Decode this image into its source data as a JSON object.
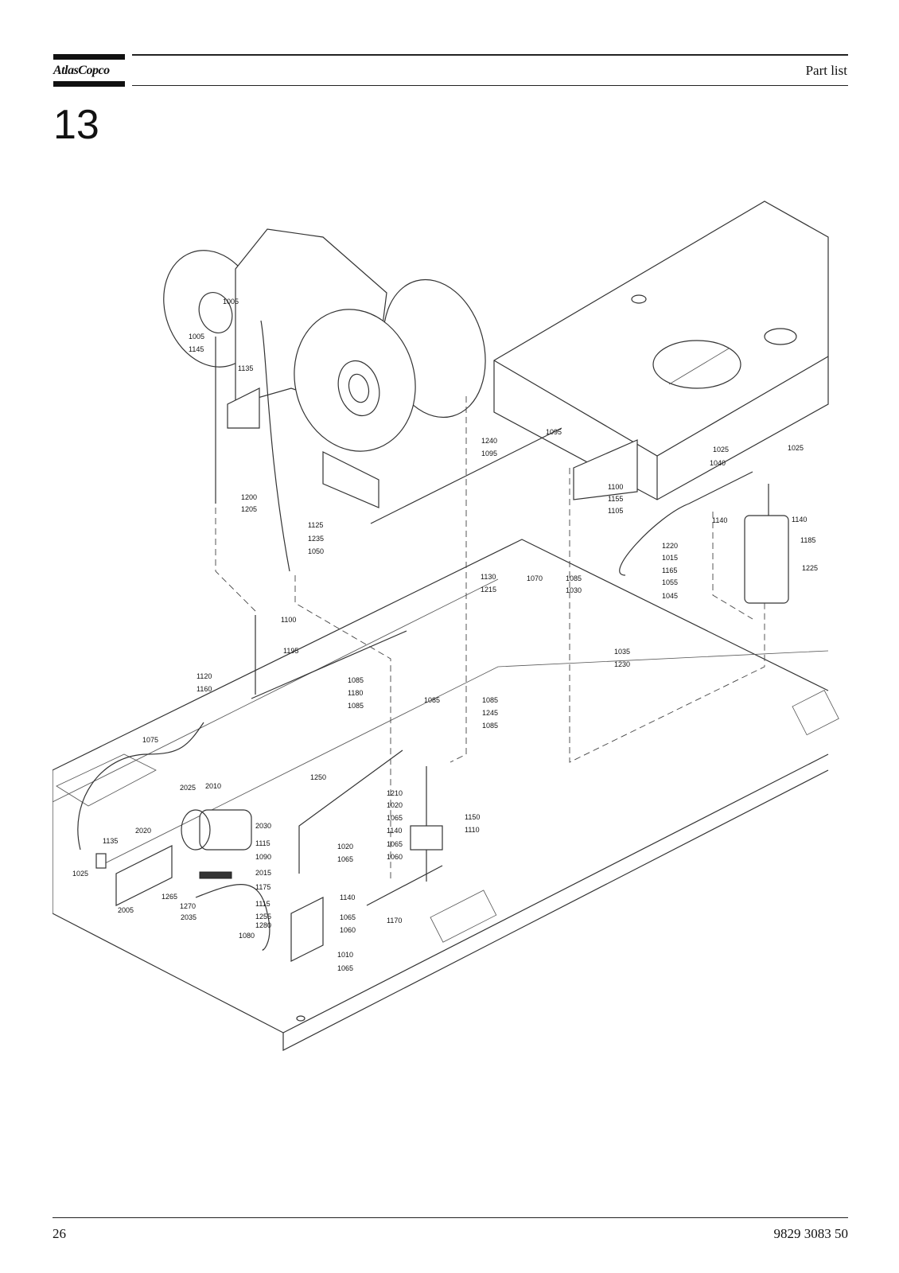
{
  "header": {
    "logo_text": "AtlasCopco",
    "title": "Part list"
  },
  "section": {
    "number": "13"
  },
  "figure": {
    "callouts": {
      "c1005a": "1005",
      "c1005b": "1005",
      "c1145": "1145",
      "c1135a": "1135",
      "c1200": "1200",
      "c1205": "1205",
      "c1125": "1125",
      "c1235": "1235",
      "c1050": "1050",
      "c1240": "1240",
      "c1095a": "1095",
      "c1095b": "1095",
      "c1100a": "1100",
      "c1155": "1155",
      "c1105": "1105",
      "c1130": "1130",
      "c1215": "1215",
      "c1070": "1070",
      "c1085a": "1085",
      "c1030": "1030",
      "c1025a": "1025",
      "c1025b": "1025",
      "c1040": "1040",
      "c1140a": "1140",
      "c1140b": "1140",
      "c1185": "1185",
      "c1220": "1220",
      "c1015": "1015",
      "c1165": "1165",
      "c1055": "1055",
      "c1225": "1225",
      "c1045": "1045",
      "c1035": "1035",
      "c1230": "1230",
      "c1100b": "1100",
      "c1195": "1195",
      "c1120": "1120",
      "c1160": "1160",
      "c1085b": "1085",
      "c1180": "1180",
      "c1085c": "1085",
      "c1085d": "1085",
      "c1085e": "1085",
      "c1245": "1245",
      "c1085f": "1085",
      "c1075": "1075",
      "c2025": "2025",
      "c2010": "2010",
      "c1250": "1250",
      "c1210": "1210",
      "c1020a": "1020",
      "c1065a": "1065",
      "c1150": "1150",
      "c1110": "1110",
      "c2030": "2030",
      "c2020": "2020",
      "c1135b": "1135",
      "c1115a": "1115",
      "c1020b": "1020",
      "c1090": "1090",
      "c1065b": "1065",
      "c1140c": "1140",
      "c1065c": "1065",
      "c1060a": "1060",
      "c1025c": "1025",
      "c2015": "2015",
      "c1175": "1175",
      "c1140d": "1140",
      "c2005": "2005",
      "c1265": "1265",
      "c1270": "1270",
      "c1115b": "1115",
      "c1255": "1255",
      "c1065d": "1065",
      "c2035": "2035",
      "c1280": "1280",
      "c1060b": "1060",
      "c1170": "1170",
      "c1080": "1080",
      "c1010": "1010",
      "c1065e": "1065"
    }
  },
  "footer": {
    "page_number": "26",
    "doc_number": "9829 3083 50"
  }
}
